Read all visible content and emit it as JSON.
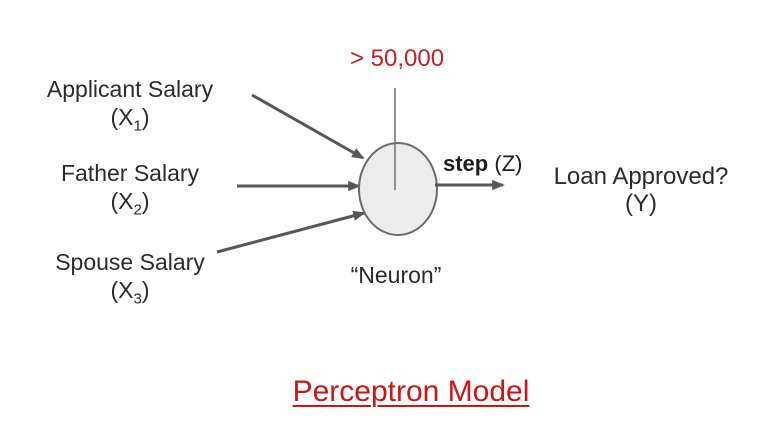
{
  "diagram": {
    "title": "Perceptron Model",
    "threshold_label": "> 50,000",
    "neuron_caption": "“Neuron”",
    "activation": {
      "bold_part": "step",
      "rest_part": " (Z)"
    },
    "output": {
      "line1": "Loan Approved?",
      "line2": "(Y)"
    },
    "inputs": [
      {
        "label": "Applicant Salary",
        "var_prefix": "(X",
        "var_sub": "1",
        "var_suffix": ")"
      },
      {
        "label": "Father Salary",
        "var_prefix": "(X",
        "var_sub": "2",
        "var_suffix": ")"
      },
      {
        "label": "Spouse Salary",
        "var_prefix": "(X",
        "var_sub": "3",
        "var_suffix": ")"
      }
    ],
    "colors": {
      "background": "#ffffff",
      "text": "#2b2b2b",
      "red_threshold": "#c42222",
      "red_title": "#cc1616",
      "arrow": "#575757",
      "neuron_fill": "#ececec",
      "neuron_stroke": "#6b6b6b",
      "threshold_line": "#7a7a7a"
    }
  }
}
